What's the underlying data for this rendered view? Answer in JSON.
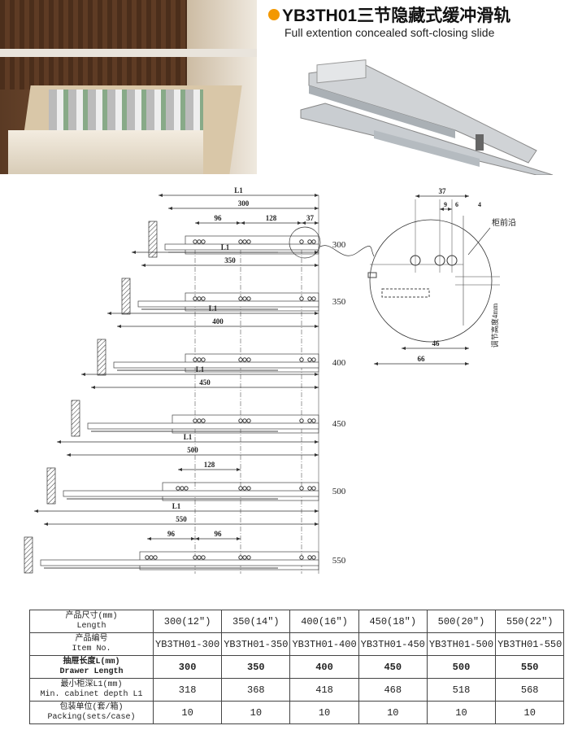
{
  "header": {
    "title": "YB3TH01三节隐藏式缓冲滑轨",
    "subtitle": "Full extention concealed soft-closing slide",
    "accent": "#f39800"
  },
  "drawing": {
    "rows": [
      {
        "label": "300",
        "l1": "L1",
        "length": "300",
        "dims": [
          "96",
          "128",
          "37"
        ]
      },
      {
        "label": "350",
        "l1": "L1",
        "length": "350",
        "dims": []
      },
      {
        "label": "400",
        "l1": "L1",
        "length": "400",
        "dims": []
      },
      {
        "label": "450",
        "l1": "L1",
        "length": "450",
        "dims": []
      },
      {
        "label": "500",
        "l1": "L1",
        "length": "500",
        "dims": [
          "128"
        ]
      },
      {
        "label": "550",
        "l1": "L1",
        "length": "550",
        "dims": [
          "96",
          "96"
        ]
      }
    ],
    "detail": {
      "d37": "37",
      "d9": "9",
      "d6": "6",
      "d4": "4",
      "d46": "46",
      "d66": "66",
      "front_edge": "柜前沿",
      "adjust": "调节高度4mm"
    }
  },
  "table": {
    "rows": [
      {
        "zh": "产品尺寸(mm)",
        "en": "Length",
        "values": [
          "300(12\")",
          "350(14\")",
          "400(16\")",
          "450(18\")",
          "500(20\")",
          "550(22\")"
        ]
      },
      {
        "zh": "产品编号",
        "en": "Item No.",
        "values": [
          "YB3TH01-300",
          "YB3TH01-350",
          "YB3TH01-400",
          "YB3TH01-450",
          "YB3TH01-500",
          "YB3TH01-550"
        ]
      },
      {
        "zh": "抽屉长度L(mm)",
        "en": "Drawer Length",
        "values": [
          "300",
          "350",
          "400",
          "450",
          "500",
          "550"
        ]
      },
      {
        "zh": "最小柜深L1(mm)",
        "en": "Min. cabinet depth L1",
        "values": [
          "318",
          "368",
          "418",
          "468",
          "518",
          "568"
        ]
      },
      {
        "zh": "包装单位(套/箱)",
        "en": "Packing(sets/case)",
        "values": [
          "10",
          "10",
          "10",
          "10",
          "10",
          "10"
        ]
      }
    ]
  }
}
